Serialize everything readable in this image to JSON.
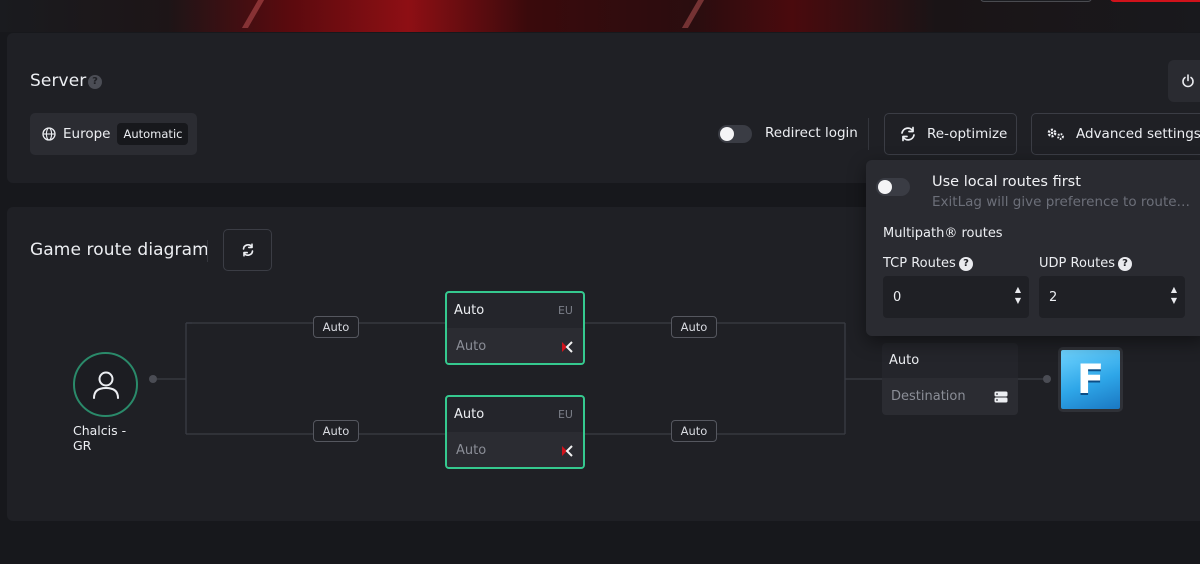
{
  "server": {
    "title": "Server",
    "help": "?",
    "region": {
      "name": "Europe",
      "mode": "Automatic"
    },
    "redirect_login": {
      "label": "Redirect login",
      "on": false
    },
    "reoptimize_label": "Re-optimize",
    "advanced_label": "Advanced settings"
  },
  "advanced_popover": {
    "local_routes": {
      "title": "Use local routes first",
      "description": "ExitLag will give preference to routes f...",
      "on": false
    },
    "multipath_label": "Multipath® routes",
    "tcp": {
      "label": "TCP Routes",
      "value": "0"
    },
    "udp": {
      "label": "UDP Routes",
      "value": "2"
    },
    "help": "?"
  },
  "diagram": {
    "title": "Game route diagram",
    "user": {
      "name": "Chalcis - GR"
    },
    "chips": [
      "Auto",
      "Auto",
      "Auto",
      "Auto"
    ],
    "nodes": [
      {
        "top": "Auto",
        "region": "EU",
        "bottom": "Auto"
      },
      {
        "top": "Auto",
        "region": "EU",
        "bottom": "Auto"
      }
    ],
    "destination": {
      "top": "Auto",
      "bottom": "Destination"
    },
    "game_glyph": "F"
  },
  "colors": {
    "accent_green": "#35c98f",
    "brand_red": "#d0121b"
  }
}
